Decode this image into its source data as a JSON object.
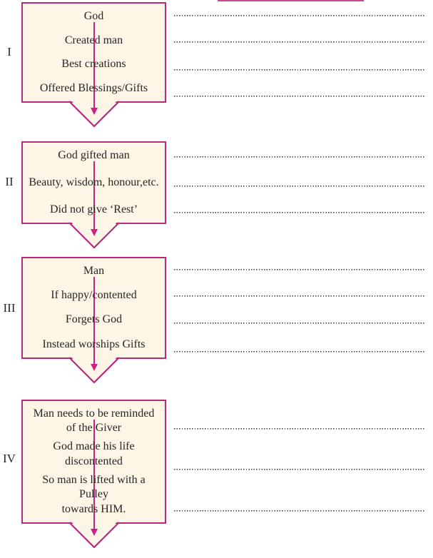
{
  "colors": {
    "box_fill": "#fdf5e6",
    "box_border": "#b9297c",
    "arrow": "#cf1f80",
    "text": "#262626",
    "dots": "#424242",
    "heading_rule": "#c9488f"
  },
  "diagram": {
    "type": "flowchart-summary",
    "sections": [
      {
        "numeral": "I",
        "items": [
          "God",
          "Created man",
          "Best creations",
          "Offered Blessings/Gifts"
        ],
        "answer_lines": 4
      },
      {
        "numeral": "II",
        "items": [
          "God gifted man",
          "Beauty, wisdom, honour,etc.",
          "Did not give ‘Rest’"
        ],
        "answer_lines": 3
      },
      {
        "numeral": "III",
        "items": [
          "Man",
          "If happy/contented",
          "Forgets God",
          "Instead worships Gifts"
        ],
        "answer_lines": 4
      },
      {
        "numeral": "IV",
        "items": [
          "Man needs to be reminded\nof the Giver",
          "God made his life\ndiscontented",
          "So man is lifted with a\nPulley\ntowards HIM."
        ],
        "answer_lines": 3
      }
    ]
  }
}
